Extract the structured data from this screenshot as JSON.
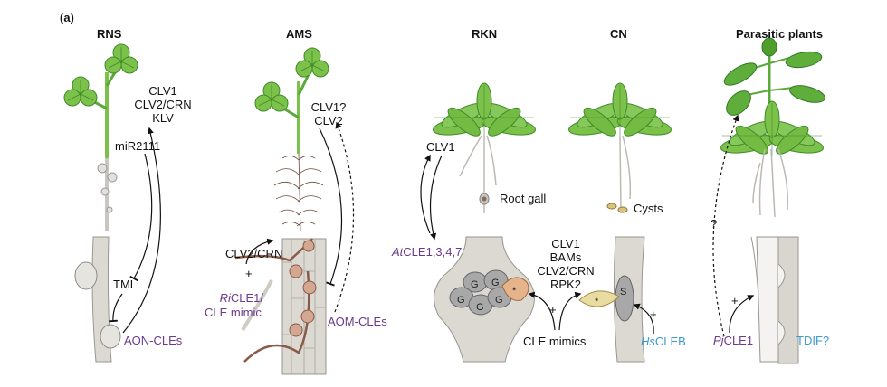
{
  "panel_label": "(a)",
  "colors": {
    "leaf": "#7cc24a",
    "leaf_dark": "#3f8a2a",
    "root": "#d8d5cf",
    "root_stroke": "#8e8a84",
    "fungus": "#8a5b4a",
    "arbuscule": "#d4a890",
    "giant_cell": "#a8a8a8",
    "syncytium_cell": "#e9dca0",
    "rkn_cell": "#e6b48a",
    "purple_text": "#6b3a8c",
    "blue_text": "#3d9ad1"
  },
  "panels": {
    "rns": {
      "title": "RNS",
      "shoot_receptors": [
        "CLV1",
        "CLV2/CRN",
        "KLV"
      ],
      "mirna": "miR2111",
      "tml": "TML",
      "peptides": "AON-CLEs"
    },
    "ams": {
      "title": "AMS",
      "shoot_receptors": [
        "CLV1?",
        "CLV2"
      ],
      "root_receptor": "CLV2/CRN",
      "plus": "+",
      "fungal_peptide_prefix": "Ri",
      "fungal_peptide_suffix": "CLE1/",
      "fungal_peptide_line2": "CLE mimic",
      "peptides": "AOM-CLEs"
    },
    "rkn": {
      "title": "RKN",
      "shoot_receptor": "CLV1",
      "gall_label": "Root gall",
      "peptide_prefix": "At",
      "peptide_suffix": "CLE1,3,4,7",
      "giant_cell_letter": "G",
      "feeding_cell_marker": "*"
    },
    "cn": {
      "title": "CN",
      "cyst_label": "Cysts",
      "receptors": [
        "CLV1",
        "BAMs",
        "CLV2/CRN",
        "RPK2"
      ],
      "mimics": "CLE mimics",
      "plus": "+",
      "syncytium_letter": "S",
      "feeding_cell_marker": "*",
      "peptide_prefix": "Hs",
      "peptide_suffix": "CLEB"
    },
    "parasitic": {
      "title": "Parasitic plants",
      "question": "?",
      "plus": "+",
      "peptide_prefix": "Pj",
      "peptide_suffix": "CLE1",
      "host_peptide": "TDIF?"
    }
  }
}
